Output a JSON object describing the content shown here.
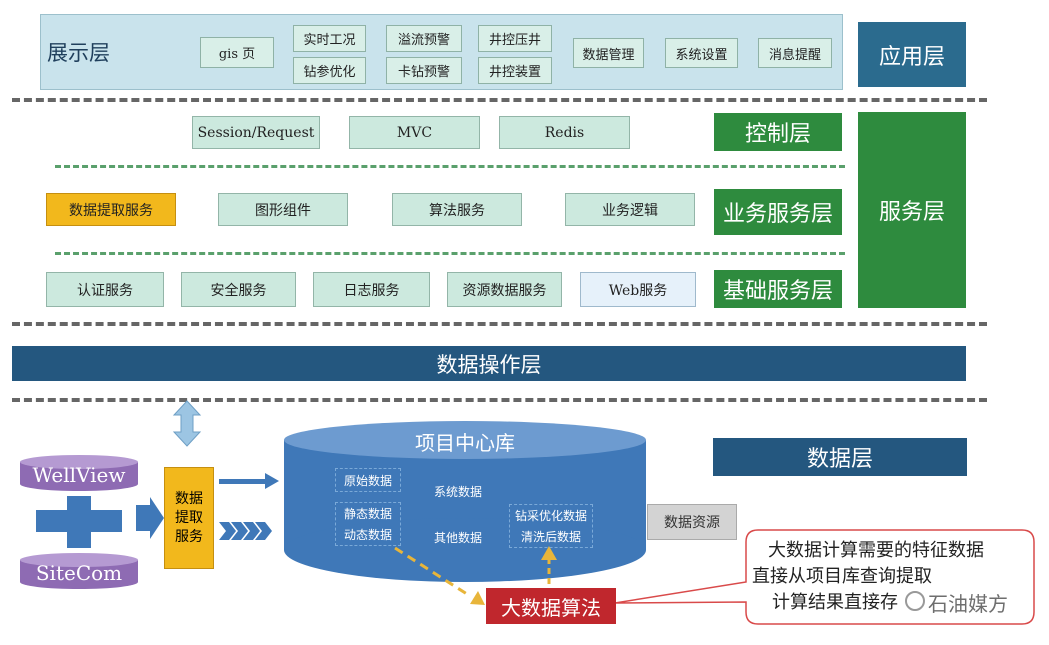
{
  "presentation_layer": {
    "title": "展示层",
    "items": {
      "gis": "gis 页",
      "realtime": "实时工况",
      "drill_param": "钻参优化",
      "overflow_warn": "溢流预警",
      "stuck_warn": "卡钻预警",
      "well_ctrl_kill": "井控压井",
      "well_ctrl_device": "井控装置",
      "data_mgmt": "数据管理",
      "sys_settings": "系统设置",
      "msg_alert": "消息提醒"
    }
  },
  "layer_labels": {
    "application": "应用层",
    "control": "控制层",
    "business": "业务服务层",
    "service": "服务层",
    "foundation": "基础服务层",
    "data_ops": "数据操作层",
    "data": "数据层"
  },
  "control_items": [
    "Session/Request",
    "MVC",
    "Redis"
  ],
  "business_items": [
    "数据提取服务",
    "图形组件",
    "算法服务",
    "业务逻辑"
  ],
  "foundation_items": [
    "认证服务",
    "安全服务",
    "日志服务",
    "资源数据服务",
    "Web服务"
  ],
  "data_layer": {
    "source_top": "WellView",
    "source_bottom": "SiteCom",
    "extract_service": "数据\n提取\n服务",
    "db_title": "项目中心库",
    "db_items": {
      "raw": "原始数据",
      "system": "系统数据",
      "static": "静态数据",
      "dynamic": "动态数据",
      "other": "其他数据",
      "drill_opt": "钻采优化数据",
      "cleaned": "清洗后数据"
    },
    "data_resource": "数据资源",
    "algorithm": "大数据算法",
    "callout_lines": [
      "大数据计算需要的特征数据",
      "直接从项目库查询提取",
      "计算结果直接存"
    ],
    "watermark": "石油媒方"
  },
  "colors": {
    "green": "#2e8b3e",
    "navy": "#24577f",
    "orange": "#f2b81c",
    "purple": "#8e6bb3",
    "red": "#c0272d",
    "cylinder": "#3f78b8"
  }
}
